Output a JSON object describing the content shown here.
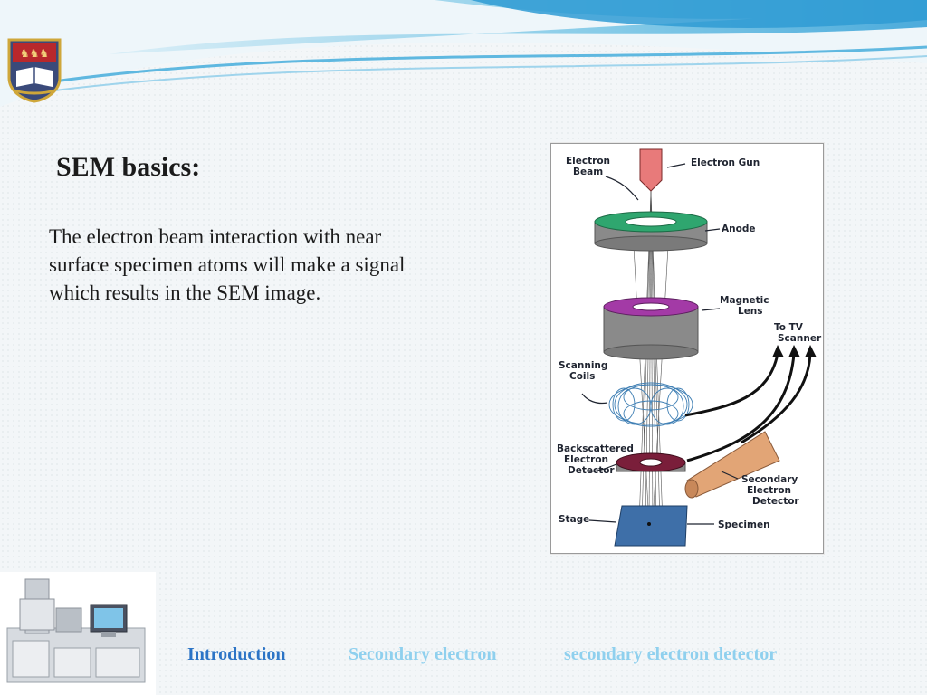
{
  "slide": {
    "title": "SEM basics:",
    "body": "The electron beam interaction with near surface specimen atoms will make a signal which results in the SEM image."
  },
  "diagram": {
    "labels": {
      "electron_beam_1": "Electron",
      "electron_beam_2": "Beam",
      "electron_gun": "Electron Gun",
      "anode": "Anode",
      "magnetic_lens_1": "Magnetic",
      "magnetic_lens_2": "Lens",
      "to_tv_1": "To TV",
      "to_tv_2": "Scanner",
      "scanning_coils_1": "Scanning",
      "scanning_coils_2": "Coils",
      "bse_1": "Backscattered",
      "bse_2": "Electron",
      "bse_3": "Detector",
      "sed_1": "Secondary",
      "sed_2": "Electron",
      "sed_3": "Detector",
      "stage": "Stage",
      "specimen": "Specimen"
    },
    "colors": {
      "gun": "#e87a7a",
      "anode": "#2fa66f",
      "lens": "#a33aa6",
      "bse_ring": "#7a1e3a",
      "stage": "#3e6fa8",
      "detector_cone": "#e2a576",
      "body_gray": "#8a8a8a"
    }
  },
  "nav": {
    "introduction": "Introduction",
    "secondary_electron": "Secondary electron",
    "secondary_electron_detector": "secondary electron detector"
  },
  "icons": {
    "logo": "university-crest-icon",
    "thumbnail": "sem-instrument-photo"
  }
}
